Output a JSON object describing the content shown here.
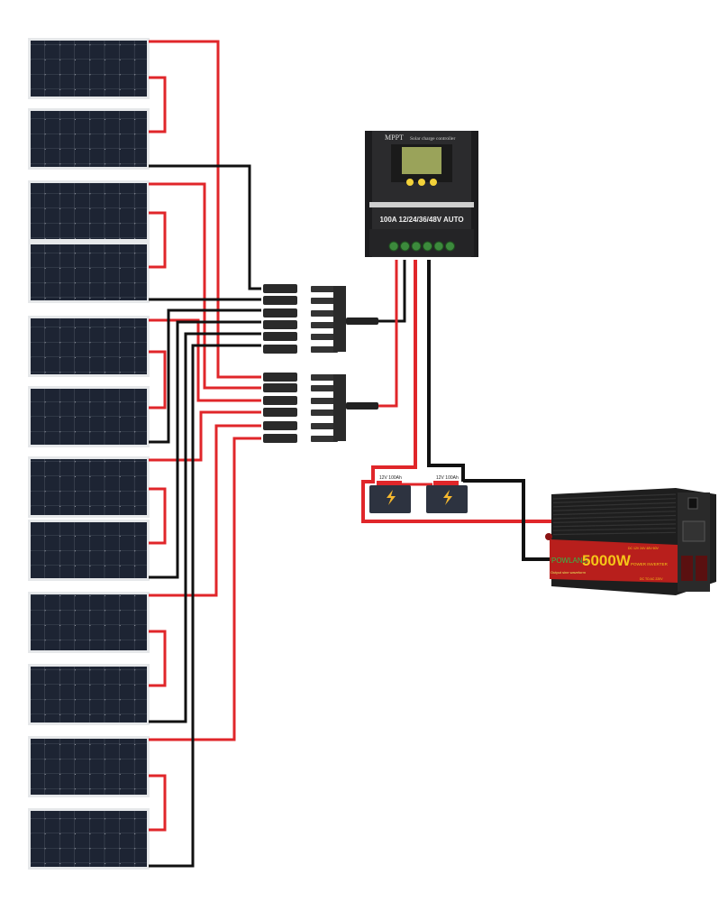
{
  "controller": {
    "brand": "MPPT",
    "subtitle": "Solar charge controller",
    "rating": "100A 12/24/36/48V AUTO"
  },
  "batteries": [
    {
      "label": "12V 100Ah"
    },
    {
      "label": "12V 100Ah"
    }
  ],
  "inverter": {
    "logo": "POWLAND",
    "power": "5000W",
    "type": "POWER INVERTER",
    "voltages": "DC 12V 24V 48V 60V",
    "waveform": "Output sine waveform",
    "spec": "DC TO AC 220V"
  },
  "colors": {
    "positive_wire": "#e0262a",
    "negative_wire": "#111111",
    "panel": "#1f2937",
    "battery_terminal": "#e0262a",
    "bolt": "#f5b82e"
  }
}
